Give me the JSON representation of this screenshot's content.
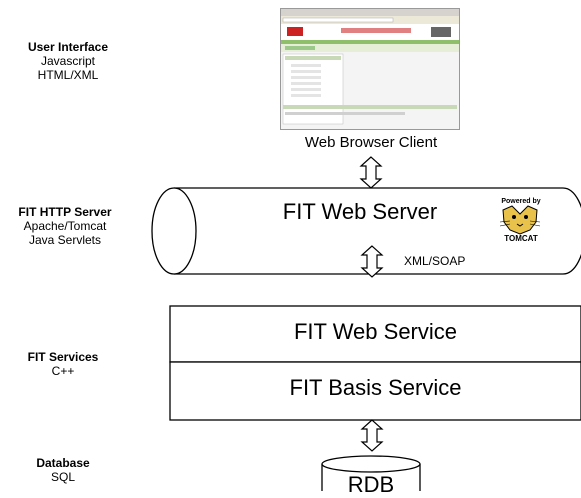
{
  "labels": {
    "ui": {
      "title": "User Interface",
      "lines": [
        "Javascript",
        "HTML/XML"
      ]
    },
    "http": {
      "title": "FIT HTTP Server",
      "lines": [
        "Apache/Tomcat",
        "Java Servlets"
      ]
    },
    "services": {
      "title": "FIT Services",
      "lines": [
        "C++"
      ]
    },
    "db": {
      "title": "Database",
      "lines": [
        "SQL"
      ]
    }
  },
  "browser_caption": "Web Browser Client",
  "web_server": "FIT Web Server",
  "powered_by": "Powered by",
  "tomcat": "TOMCAT",
  "protocol": "XML/SOAP",
  "web_service": "FIT Web Service",
  "basis_service": "FIT Basis Service",
  "database": "RDB",
  "colors": {
    "stroke": "#000000",
    "background": "#ffffff",
    "thumb_accent": "#cc2222",
    "thumb_green": "#8fbf6a"
  }
}
